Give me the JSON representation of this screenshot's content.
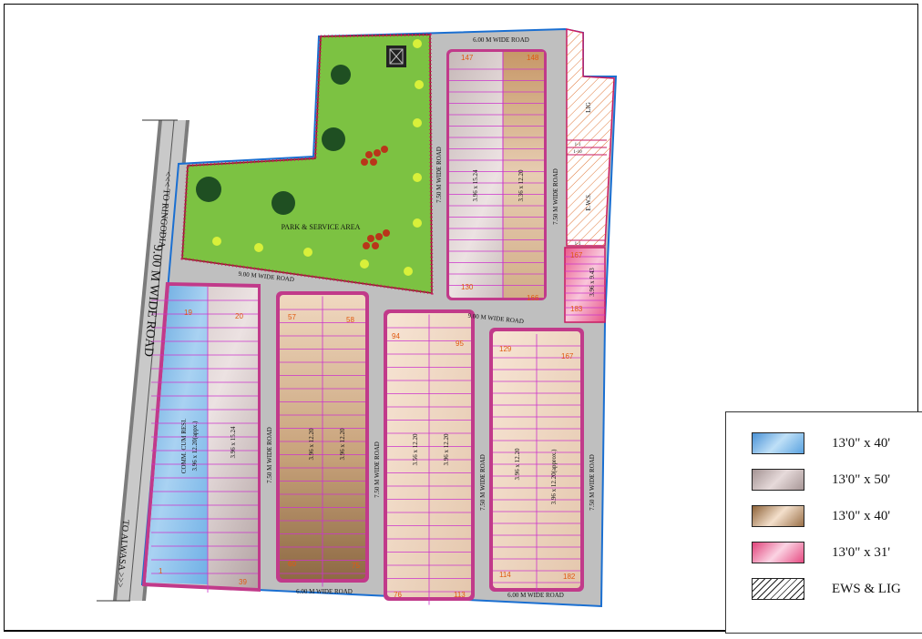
{
  "roads": {
    "main_road": "9.00 M WIDE ROAD",
    "to_ringodia": "<<< TO RINGODIA",
    "to_alwasa": "TO ALWASA >>>",
    "top_road": "6.00 M WIDE ROAD",
    "bottom_road_left": "6.00 M WIDE ROAD",
    "bottom_road_right": "6.00 M WIDE ROAD",
    "cross_road_left": "9.00 M WIDE ROAD",
    "cross_road_right": "9.00 M WIDE ROAD",
    "vertical_roads": [
      "7.50 M WIDE ROAD",
      "7.50 M WIDE ROAD",
      "7.50 M WIDE ROAD",
      "7.50 M WIDE ROAD",
      "7.50 M WIDE ROAD",
      "7.50 M WIDE ROAD"
    ]
  },
  "park": {
    "label": "PARK & SERVICE AREA"
  },
  "zones": {
    "lig": "LIG",
    "ews": "E.W.S.",
    "ews_small": [
      "1-1",
      "1-10",
      "1-1"
    ]
  },
  "blocks": {
    "b1": {
      "dim_a": "COMM. CUM RESI.",
      "dim_b": "3.96 x 12.20(appx.)",
      "dim_c": "3.96 x 15.24",
      "plots": [
        "19",
        "20",
        "1",
        "39"
      ]
    },
    "b2": {
      "dim_a": "3.96 x 12.20",
      "dim_b": "3.96 x 12.20",
      "plots": [
        "57",
        "58",
        "60",
        "75"
      ]
    },
    "b3": {
      "dim_a": "3.56 x 12.20",
      "dim_b": "3.96 x 12.20",
      "plots": [
        "94",
        "95",
        "76",
        "113"
      ]
    },
    "b4": {
      "dim_a": "3.96 x 12.20",
      "dim_b": "3.96 x 12.20(approx.)",
      "plots": [
        "129",
        "167",
        "114",
        "182"
      ]
    },
    "top": {
      "dim_a": "3.96 x 15.24",
      "dim_b": "3.36 x 12.20",
      "plots": [
        "147",
        "148",
        "130",
        "166"
      ]
    },
    "pink": {
      "dim": "3.96 x 9.43",
      "plots": [
        "167",
        "183"
      ]
    }
  },
  "legend": {
    "items": [
      {
        "label": "13'0\" x 40'",
        "color": "#7fb6e6"
      },
      {
        "label": "13'0\" x 50'",
        "color": "#b5a7a7"
      },
      {
        "label": "13'0\" x 40'",
        "color": "#a8835a"
      },
      {
        "label": "13'0\" x 31'",
        "color": "#ec6f9a"
      },
      {
        "label": "EWS & LIG",
        "color": "#ffffff"
      }
    ]
  },
  "colors": {
    "road": "#bcbcbc",
    "park": "#7cc242",
    "border": "#1a6fd1",
    "plot_line": "#cc33cc"
  }
}
